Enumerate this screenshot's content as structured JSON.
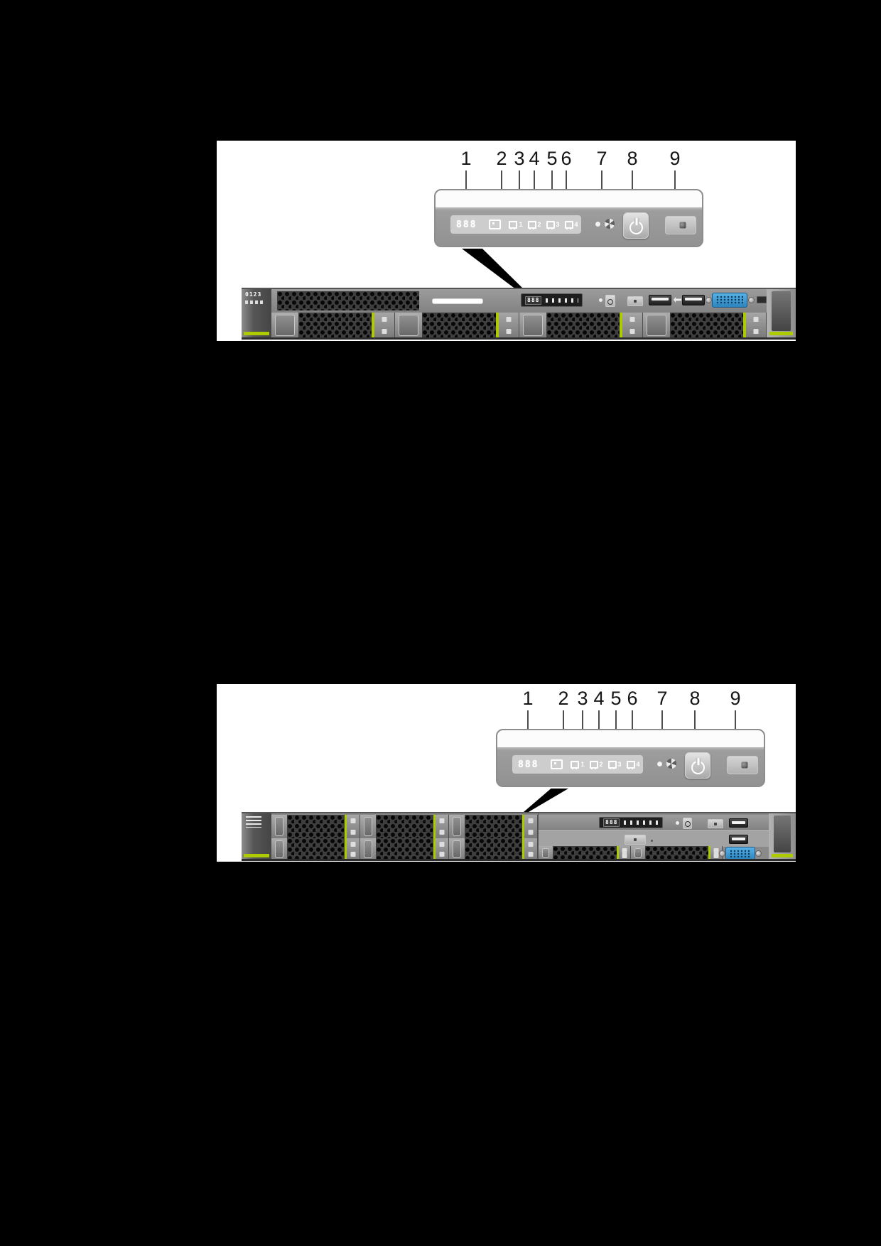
{
  "page": {
    "background_color": "#000000",
    "figure_background": "#ffffff"
  },
  "figures": [
    {
      "name": "front-panel-1u-server",
      "callouts": [
        "1",
        "2",
        "3",
        "4",
        "5",
        "6",
        "7",
        "8",
        "9"
      ],
      "panel": {
        "display_digits": "888",
        "nic_labels": [
          "1",
          "2",
          "3",
          "4"
        ]
      },
      "server": {
        "ear_label": "0123",
        "display_digits": "888"
      }
    },
    {
      "name": "front-panel-2u-server",
      "callouts": [
        "1",
        "2",
        "3",
        "4",
        "5",
        "6",
        "7",
        "8",
        "9"
      ],
      "panel": {
        "display_digits": "888",
        "nic_labels": [
          "1",
          "2",
          "3",
          "4"
        ]
      },
      "server": {
        "display_digits": "888"
      }
    }
  ],
  "icons": {
    "fault_diagnosis_display": "seven-segment-digits",
    "health_status_icon": "rounded-square-indicator",
    "nic_link_icon": "network-port-with-number",
    "uid_button_icon": "white-circle-button",
    "uid_led_icon": "notched-ring",
    "power_button_icon": "power-symbol",
    "panel_button_icon": "round-stud",
    "usb_symbol_icon": "usb-arrow",
    "vga_port_icon": "blue-dsub-15"
  },
  "colors": {
    "page_bg": "#000000",
    "figure_bg": "#ffffff",
    "panel_body": "#9a9a9a",
    "lcd_bg": "#cdcdcd",
    "chassis_gray": "#8a8a8a",
    "latch_green": "#aecb00",
    "vga_blue": "#3d9ad1",
    "callout_text": "#161616"
  }
}
